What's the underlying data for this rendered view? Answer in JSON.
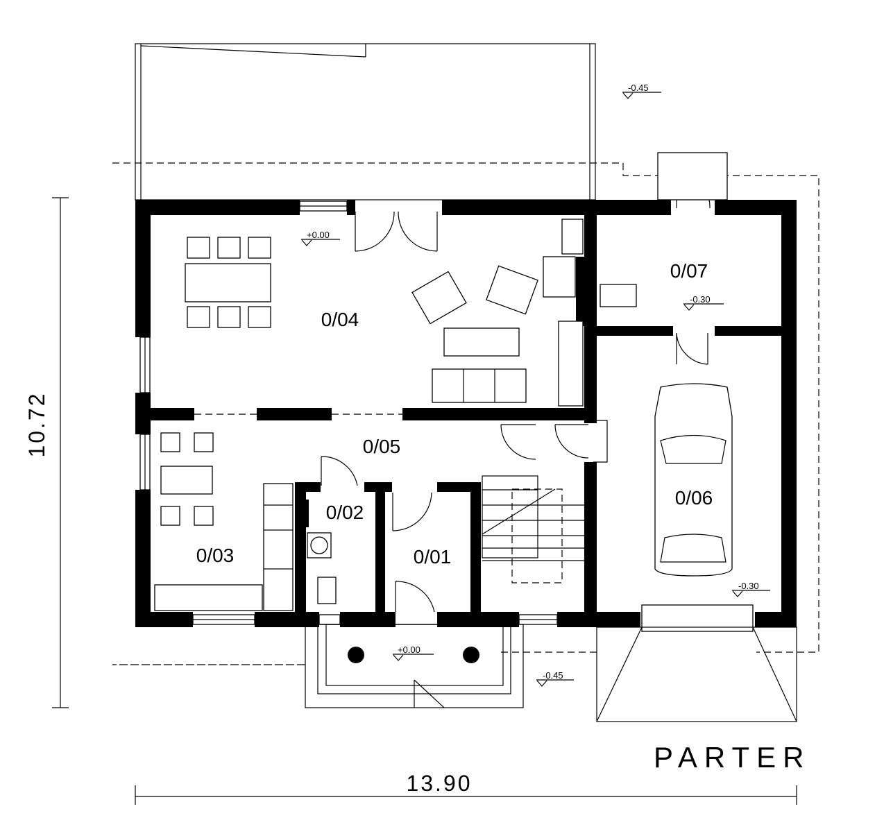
{
  "title": "PARTER",
  "dimensions": {
    "width": "13.90",
    "height": "10.72"
  },
  "rooms": [
    {
      "id": "0/01",
      "label": "0/01"
    },
    {
      "id": "0/02",
      "label": "0/02"
    },
    {
      "id": "0/03",
      "label": "0/03"
    },
    {
      "id": "0/04",
      "label": "0/04"
    },
    {
      "id": "0/05",
      "label": "0/05"
    },
    {
      "id": "0/06",
      "label": "0/06"
    },
    {
      "id": "0/07",
      "label": "0/07"
    }
  ],
  "levels": {
    "outside_top": "-0.45",
    "living": "+0.00",
    "vestibule": "-0.30",
    "garage": "-0.30",
    "entrance": "+0.00",
    "outside_bottom": "-0.45"
  }
}
